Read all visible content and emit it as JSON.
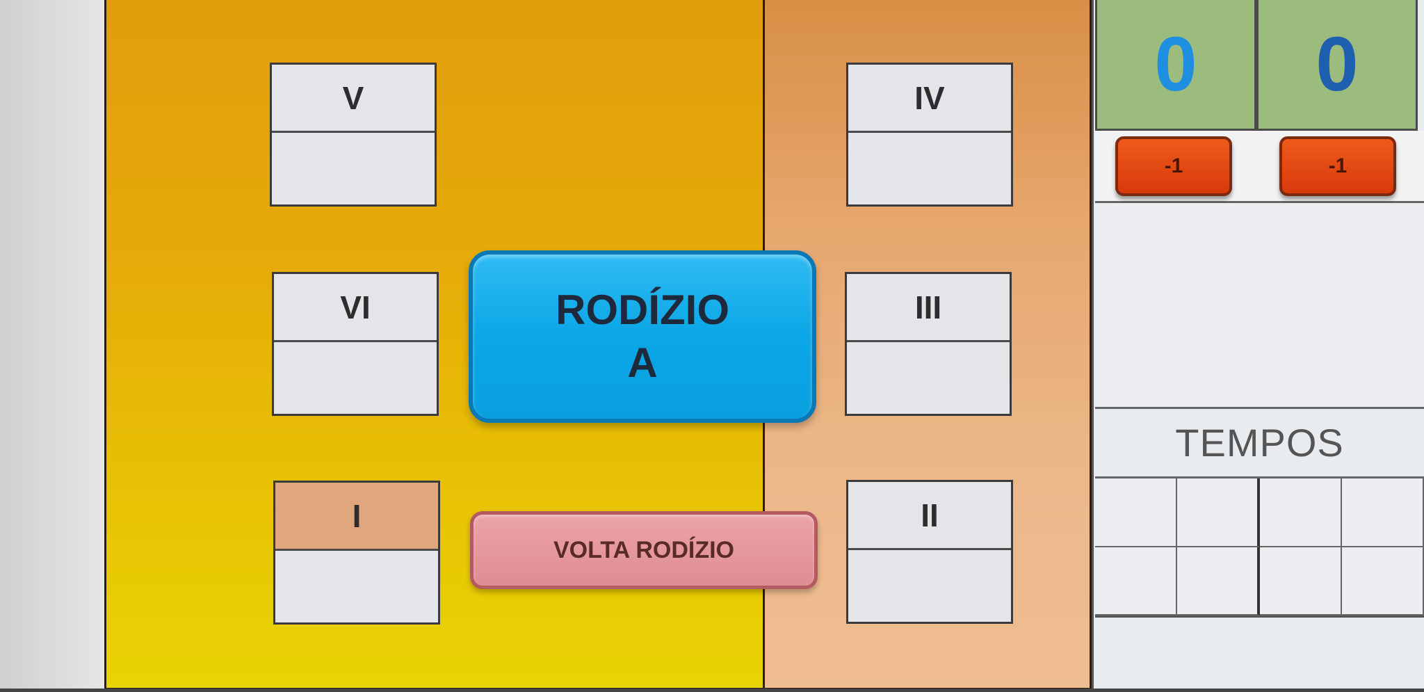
{
  "court": {
    "positions": {
      "v": {
        "label": "V"
      },
      "vi": {
        "label": "VI"
      },
      "i": {
        "label": "I"
      },
      "iv": {
        "label": "IV"
      },
      "iii": {
        "label": "III"
      },
      "ii": {
        "label": "II"
      }
    },
    "rotation_button": {
      "line1": "RODÍZIO",
      "line2": "A"
    },
    "undo_rotation_button": {
      "label": "VOLTA RODÍZIO"
    }
  },
  "scoreboard": {
    "score_a": "0",
    "score_b": "0",
    "minus_a_label": "-1",
    "minus_b_label": "-1",
    "timeouts_label": "TEMPOS"
  },
  "colors": {
    "left_half": "#e6ac08",
    "right_half": "#e7a870",
    "rotation_button": "#0aa6e6",
    "undo_button": "#df8d92",
    "minus_button": "#e04a12",
    "score_box": "#9cbc7e"
  }
}
